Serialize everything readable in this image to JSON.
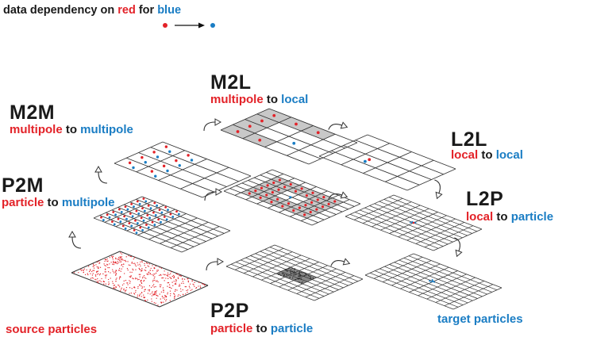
{
  "legend": {
    "prefix": "data dependency on ",
    "red_word": "red",
    "middle": " for ",
    "blue_word": "blue"
  },
  "colors": {
    "red": "#e32228",
    "blue": "#1a7dc4",
    "grid": "#333333",
    "highlight": "#c8c8c8",
    "near_field": "#888888"
  },
  "stages": {
    "m2l": {
      "title": "M2L",
      "from": "multipole",
      "join": " to ",
      "to": "local"
    },
    "m2m": {
      "title": "M2M",
      "from": "multipole",
      "join": " to ",
      "to": "multipole"
    },
    "l2l": {
      "title": "L2L",
      "from": "local",
      "join": " to ",
      "to": "local"
    },
    "p2m": {
      "title": "P2M",
      "from": "particle",
      "join": " to ",
      "to": "multipole"
    },
    "l2p": {
      "title": "L2P",
      "from": "local",
      "join": " to ",
      "to": "particle"
    },
    "p2p": {
      "title": "P2P",
      "from": "particle",
      "join": " to ",
      "to": "particle"
    }
  },
  "captions": {
    "source": "source particles",
    "target": "target particles"
  },
  "icons": {
    "legend_arrow": "right-arrow-icon",
    "flow_arrow": "curved-arrow-icon"
  }
}
